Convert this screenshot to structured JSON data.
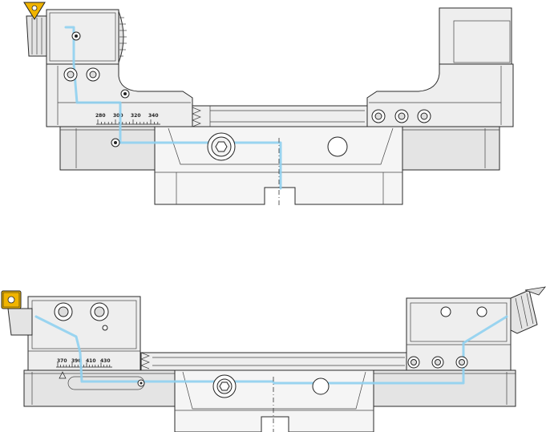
{
  "top_assembly": {
    "scale_labels": [
      "280",
      "300",
      "320",
      "340"
    ]
  },
  "bottom_assembly": {
    "scale_labels": [
      "370",
      "390",
      "410",
      "430"
    ]
  },
  "colors": {
    "coolant_line": "#8fd0f0",
    "insert": "#f0b400",
    "body": "#eeeeee",
    "outline": "#2a2a2a"
  },
  "icons": [
    "cutting-insert-icon",
    "socket-screw-icon",
    "hex-bolt-icon",
    "serration-teeth-icon"
  ]
}
